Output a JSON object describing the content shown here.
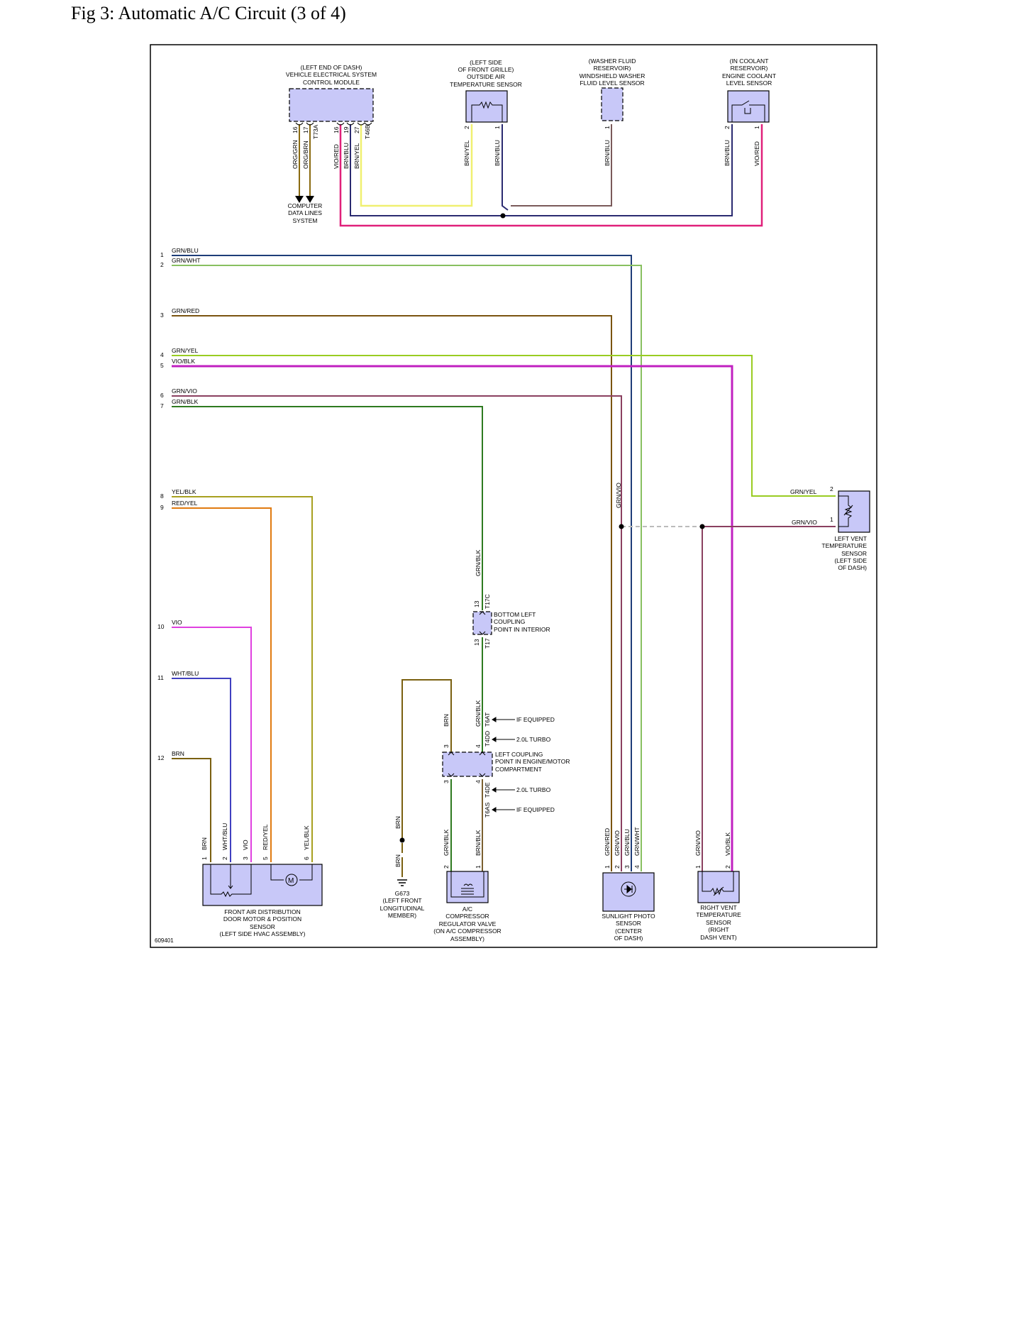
{
  "page": {
    "title": "Fig 3: Automatic A/C Circuit (3 of 4)",
    "figure_id": "609401"
  },
  "colors": {
    "diagram_border": "#000000",
    "component_fill": "#c8c8f8",
    "wire_GRN_BLU": "#1e3d78",
    "wire_GRN_WHT": "#88c060",
    "wire_GRN_RED": "#7a5410",
    "wire_GRN_YEL": "#99cc22",
    "wire_VIO_BLK": "#c020c0",
    "wire_GRN_VIO": "#8a4060",
    "wire_GRN_BLK": "#2e7a20",
    "wire_YEL_BLK": "#a8a020",
    "wire_RED_YEL": "#e07a10",
    "wire_VIO": "#e040e0",
    "wire_WHT_BLU": "#4040c0",
    "wire_BRN": "#7a6010",
    "wire_VIO_RED": "#e0207a",
    "wire_BRN_YEL": "#f0f070",
    "wire_BRN_BLU": "#2a2a70",
    "wire_ORG_GRN": "#8a6a10"
  },
  "components": {
    "vesc": {
      "lines": [
        "(LEFT END OF DASH)",
        "VEHICLE ELECTRICAL SYSTEM",
        "CONTROL MODULE"
      ],
      "pins": [
        {
          "pin": "16",
          "wire": "ORG/GRN",
          "connector": ""
        },
        {
          "pin": "17",
          "wire": "ORG/BRN",
          "connector": "T73A"
        },
        {
          "pin": "16",
          "wire": "VIO/RED",
          "connector": ""
        },
        {
          "pin": "19",
          "wire": "BRN/BLU",
          "connector": ""
        },
        {
          "pin": "27",
          "wire": "BRN/YEL",
          "connector": ""
        },
        {
          "pin": "",
          "wire": "",
          "connector": "T46B"
        }
      ]
    },
    "computer_data_lines": {
      "lines": [
        "COMPUTER",
        "DATA LINES",
        "SYSTEM"
      ]
    },
    "outside_air_sensor": {
      "lines": [
        "(LEFT SIDE",
        "OF FRONT GRILLE)",
        "OUTSIDE AIR",
        "TEMPERATURE SENSOR"
      ],
      "pins": [
        {
          "pin": "2",
          "wire": "BRN/YEL"
        },
        {
          "pin": "1",
          "wire": "BRN/BLU"
        }
      ]
    },
    "washer_fluid_sensor": {
      "lines": [
        "(WASHER FLUID",
        "RESERVOIR)",
        "WINDSHIELD WASHER",
        "FLUID LEVEL SENSOR"
      ],
      "pins": [
        {
          "pin": "1",
          "wire": "BRN/BLU"
        }
      ]
    },
    "coolant_level_sensor": {
      "lines": [
        "(IN COOLANT",
        "RESERVOIR)",
        "ENGINE COOLANT",
        "LEVEL SENSOR"
      ],
      "pins": [
        {
          "pin": "2",
          "wire": "BRN/BLU"
        },
        {
          "pin": "1",
          "wire": "VIO/RED"
        }
      ]
    },
    "left_vent_sensor": {
      "lines": [
        "LEFT VENT",
        "TEMPERATURE",
        "SENSOR",
        "(LEFT SIDE",
        "OF DASH)"
      ],
      "pins": [
        {
          "pin": "2",
          "wire": "GRN/YEL"
        },
        {
          "pin": "1",
          "wire": "GRN/VIO"
        }
      ]
    },
    "bottom_left_coupling": {
      "lines": [
        "BOTTOM LEFT",
        "COUPLING",
        "POINT IN INTERIOR"
      ],
      "top_pin": "13",
      "top_connector": "T17C",
      "bottom_pin": "13",
      "bottom_connector": "T17",
      "wire": "GRN/BLK"
    },
    "left_coupling_engine": {
      "lines": [
        "LEFT COUPLING",
        "POINT IN ENGINE/MOTOR",
        "COMPARTMENT"
      ],
      "top_pins": [
        {
          "pin": "3",
          "wire": "BRN"
        },
        {
          "pin": "4",
          "wire": "GRN/BLK"
        }
      ],
      "bottom_pins": [
        {
          "pin": "3"
        },
        {
          "pin": "4"
        }
      ],
      "connectors_top": [
        "T6AT",
        "T4DD"
      ],
      "connectors_bottom": [
        "T4DE",
        "T6AS"
      ],
      "notes": [
        "IF EQUIPPED",
        "2.0L TURBO",
        "2.0L TURBO",
        "IF EQUIPPED"
      ]
    },
    "front_air_motor": {
      "lines": [
        "FRONT AIR DISTRIBUTION",
        "DOOR MOTOR & POSITION",
        "SENSOR",
        "(LEFT SIDE HVAC ASSEMBLY)"
      ],
      "pins": [
        {
          "pin": "1",
          "wire": "BRN"
        },
        {
          "pin": "2",
          "wire": "WHT/BLU"
        },
        {
          "pin": "3",
          "wire": "VIO"
        },
        {
          "pin": "5",
          "wire": "RED/YEL"
        },
        {
          "pin": "6",
          "wire": "YEL/BLK"
        }
      ],
      "motor_symbol": "M"
    },
    "ground_g673": {
      "lines": [
        "G673",
        "(LEFT FRONT",
        "LONGITUDINAL",
        "MEMBER)"
      ],
      "wire": "BRN"
    },
    "ac_compressor_valve": {
      "lines": [
        "A/C",
        "COMPRESSOR",
        "REGULATOR VALVE",
        "(ON A/C COMPRESSOR",
        "ASSEMBLY)"
      ],
      "pins": [
        {
          "pin": "2",
          "wire": "GRN/BLK"
        },
        {
          "pin": "1",
          "wire": "BRN/BLK"
        }
      ]
    },
    "sunlight_sensor": {
      "lines": [
        "SUNLIGHT PHOTO",
        "SENSOR",
        "(CENTER",
        "OF DASH)"
      ],
      "pins": [
        {
          "pin": "1",
          "wire": "GRN/RED"
        },
        {
          "pin": "2",
          "wire": "GRN/VIO"
        },
        {
          "pin": "3",
          "wire": "GRN/BLU"
        },
        {
          "pin": "4",
          "wire": "GRN/WHT"
        }
      ]
    },
    "right_vent_sensor": {
      "lines": [
        "RIGHT VENT",
        "TEMPERATURE",
        "SENSOR",
        "(RIGHT",
        "DASH VENT)"
      ],
      "pins": [
        {
          "pin": "1",
          "wire": "GRN/VIO"
        },
        {
          "pin": "2",
          "wire": "VIO/BLK"
        }
      ]
    }
  },
  "left_terminals": [
    {
      "num": "1",
      "wire": "GRN/BLU"
    },
    {
      "num": "2",
      "wire": "GRN/WHT"
    },
    {
      "num": "3",
      "wire": "GRN/RED"
    },
    {
      "num": "4",
      "wire": "GRN/YEL"
    },
    {
      "num": "5",
      "wire": "VIO/BLK"
    },
    {
      "num": "6",
      "wire": "GRN/VIO"
    },
    {
      "num": "7",
      "wire": "GRN/BLK"
    },
    {
      "num": "8",
      "wire": "YEL/BLK"
    },
    {
      "num": "9",
      "wire": "RED/YEL"
    },
    {
      "num": "10",
      "wire": "VIO"
    },
    {
      "num": "11",
      "wire": "WHT/BLU"
    },
    {
      "num": "12",
      "wire": "BRN"
    }
  ],
  "wire_labels": {
    "grn_vio_mid": "GRN/VIO",
    "grn_blk_mid": "GRN/BLK",
    "brn_ground_upper": "BRN",
    "brn_ground_lower": "BRN"
  }
}
